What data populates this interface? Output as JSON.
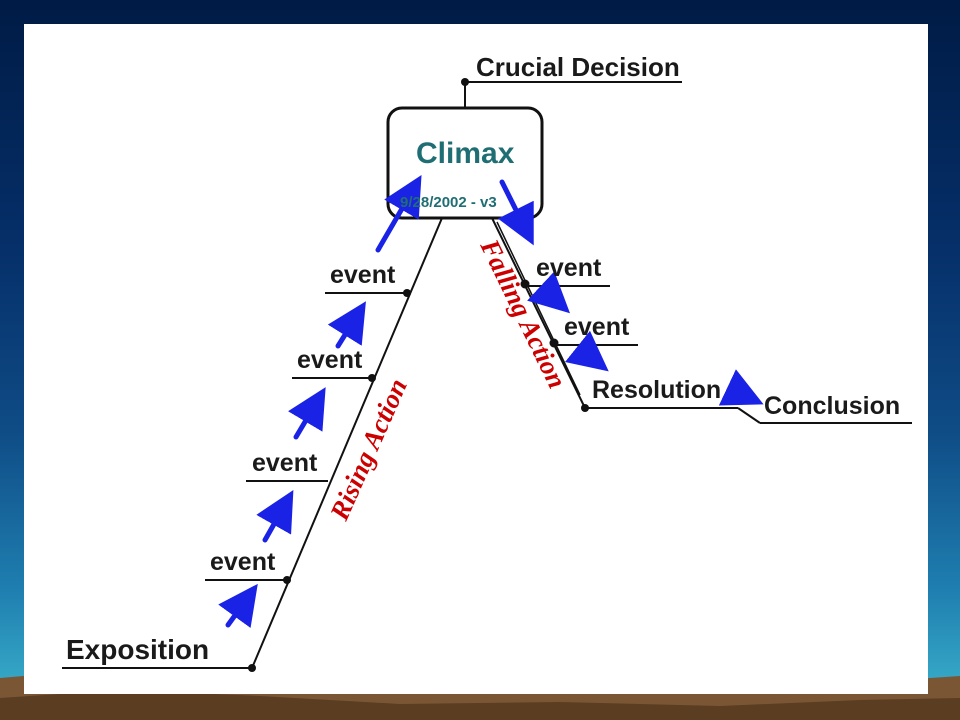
{
  "diagram": {
    "crucial_decision": "Crucial Decision",
    "climax": "Climax",
    "climax_date": "9/28/2002 - v3",
    "exposition": "Exposition",
    "rising_events": [
      "event",
      "event",
      "event",
      "event"
    ],
    "rising_action": "Rising Action",
    "falling_action": "Falling Action",
    "falling_events": [
      "event",
      "event"
    ],
    "resolution": "Resolution",
    "conclusion": "Conclusion"
  },
  "colors": {
    "arrow": "#1a22e6",
    "climax_text": "#1f6e73",
    "action_text": "#cc0000",
    "line": "#111111"
  }
}
